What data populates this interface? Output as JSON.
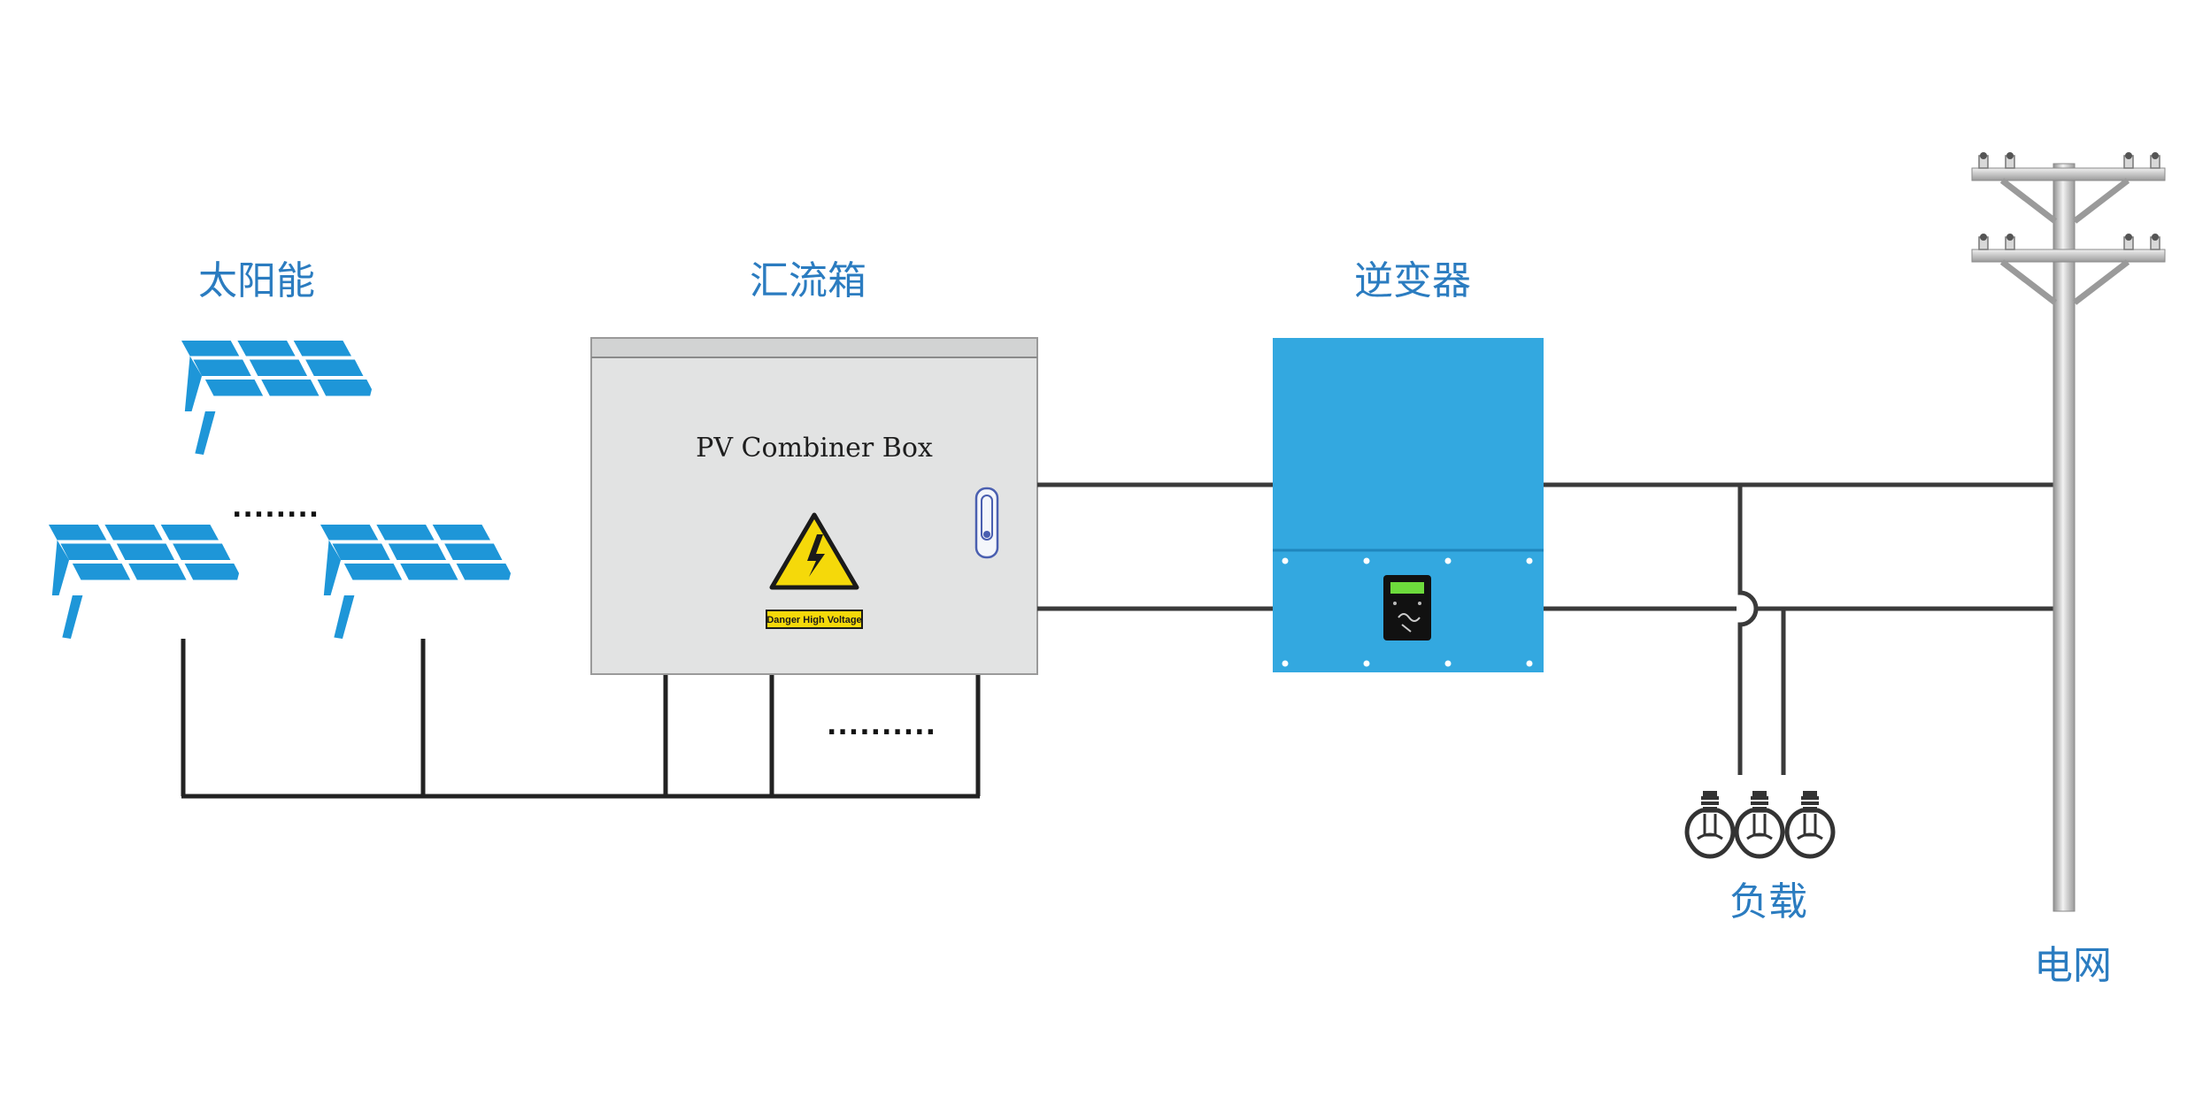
{
  "labels": {
    "solar": "太阳能",
    "combiner": "汇流箱",
    "inverter": "逆变器",
    "load": "负载",
    "grid": "电网"
  },
  "combiner_box": {
    "title": "PV Combiner Box",
    "warning_label": "Danger High Voltage"
  },
  "ellipsis": {
    "panels": "........",
    "inputs": ".........."
  },
  "colors": {
    "label": "#2b7cc0",
    "solar_panel": "#1e96d8",
    "inverter": "#33a8e0",
    "combiner_box": "#e2e3e3",
    "wire": "#222222",
    "warning": "#f5d90a",
    "pole": "#c9c9c9"
  },
  "icons": {
    "panel": "solar-panel-icon",
    "bulb": "light-bulb-icon",
    "warning": "high-voltage-warning-icon",
    "pole": "utility-pole-icon"
  }
}
